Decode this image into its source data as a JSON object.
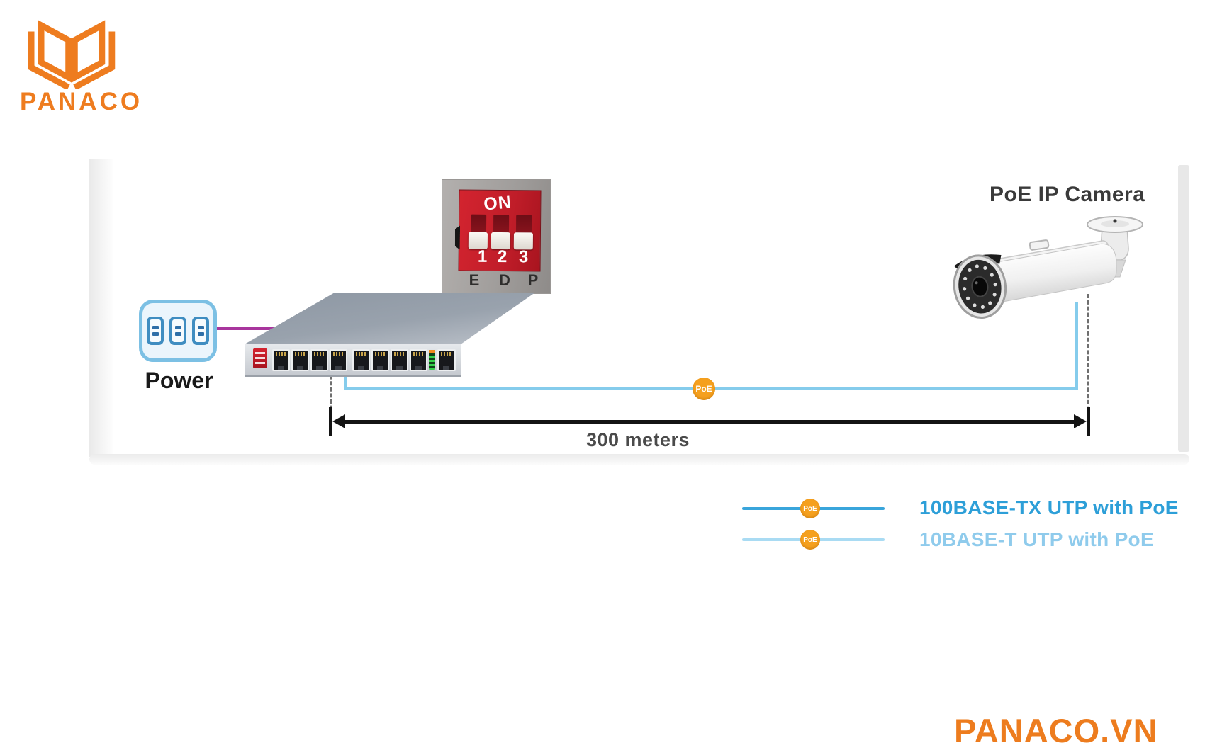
{
  "brand": {
    "logo_text": "PANACO",
    "website": "PANACO.VN",
    "orange": "#EE7C1F"
  },
  "diagram": {
    "labels": {
      "power": "Power",
      "camera": "PoE IP Camera",
      "distance": "300 meters"
    },
    "poe_badge_label": "PoE",
    "dip_switch_inset": {
      "on_label": "ON",
      "switch_numbers": [
        "1",
        "2",
        "3"
      ],
      "mode_letters": [
        "E",
        "D",
        "P"
      ]
    },
    "cable_color": "#85CCEC",
    "power_cable_color": "#A8359D",
    "arrow_color": "#141414"
  },
  "legend": {
    "items": [
      {
        "label": "100BASE-TX UTP with PoE",
        "badge": "PoE",
        "line_color": "#39A5DB",
        "text_color": "#2D9FD8"
      },
      {
        "label": "10BASE-T UTP with PoE",
        "badge": "PoE",
        "line_color": "#A9DBF3",
        "text_color": "#8FCBEC"
      }
    ]
  }
}
